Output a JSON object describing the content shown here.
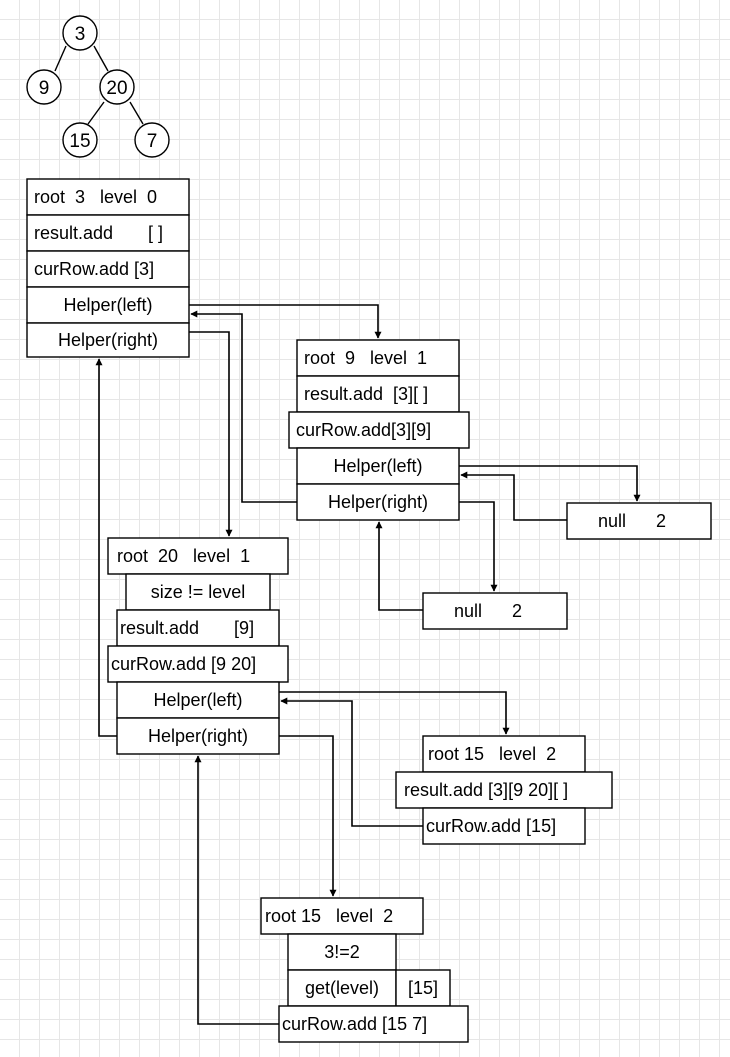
{
  "tree": {
    "nodes": {
      "root": "3",
      "left": "9",
      "right": "20",
      "right_left": "15",
      "right_right": "7"
    }
  },
  "frames": {
    "f3": {
      "header": "root  3   level  0",
      "r1": "result.add       [ ]",
      "r2": "curRow.add [3]",
      "r3": "Helper(left)",
      "r4": "Helper(right)"
    },
    "f9": {
      "header": "root  9   level  1",
      "r1": "result.add  [3][ ]",
      "r2": "curRow.add[3][9]",
      "r3": "Helper(left)",
      "r4": "Helper(right)"
    },
    "null_a": {
      "header": "null      2"
    },
    "null_b": {
      "header": "null      2"
    },
    "f20": {
      "header": "root  20   level  1",
      "r1": "size != level",
      "r2": "result.add       [9]",
      "r3": "curRow.add [9 20]",
      "r4": "Helper(left)",
      "r5": "Helper(right)"
    },
    "f15a": {
      "header": "root 15   level  2",
      "r1": "result.add [3][9 20][ ]",
      "r2": "curRow.add [15]"
    },
    "f15b": {
      "header": "root 15   level  2",
      "r1": "3!=2",
      "r2a": "get(level)",
      "r2b": "[15]",
      "r3": "curRow.add [15 7]"
    }
  }
}
